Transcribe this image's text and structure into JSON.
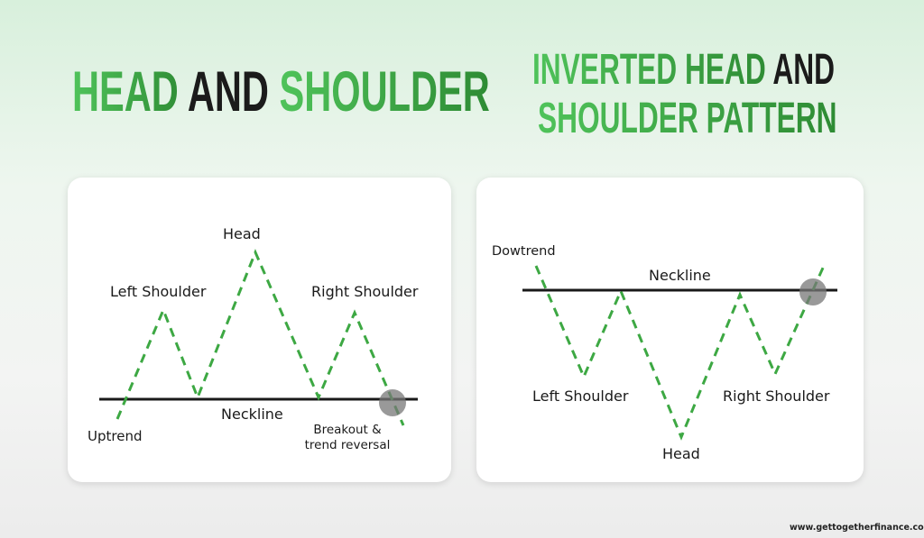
{
  "left_title": {
    "part1": "HEAD ",
    "part2": "AND ",
    "part3": "SHOULDER"
  },
  "right_title": {
    "line1_part1": "INVERTED HEAD ",
    "line1_part2": "AND",
    "line2": "SHOULDER PATTERN"
  },
  "left_diagram": {
    "head": "Head",
    "left_shoulder": "Left Shoulder",
    "right_shoulder": "Right Shoulder",
    "neckline": "Neckline",
    "trend": "Uptrend",
    "breakout_line1": "Breakout &",
    "breakout_line2": "trend reversal"
  },
  "right_diagram": {
    "trend": "Dowtrend",
    "neckline": "Neckline",
    "left_shoulder": "Left Shoulder",
    "right_shoulder": "Right Shoulder",
    "head": "Head"
  },
  "footer": "www.gettogetherfinance.com",
  "colors": {
    "accent": "#3daf43",
    "dash": "#3da843",
    "neckline": "#1a1a1a",
    "breakout_marker": "#8a8a8a"
  }
}
